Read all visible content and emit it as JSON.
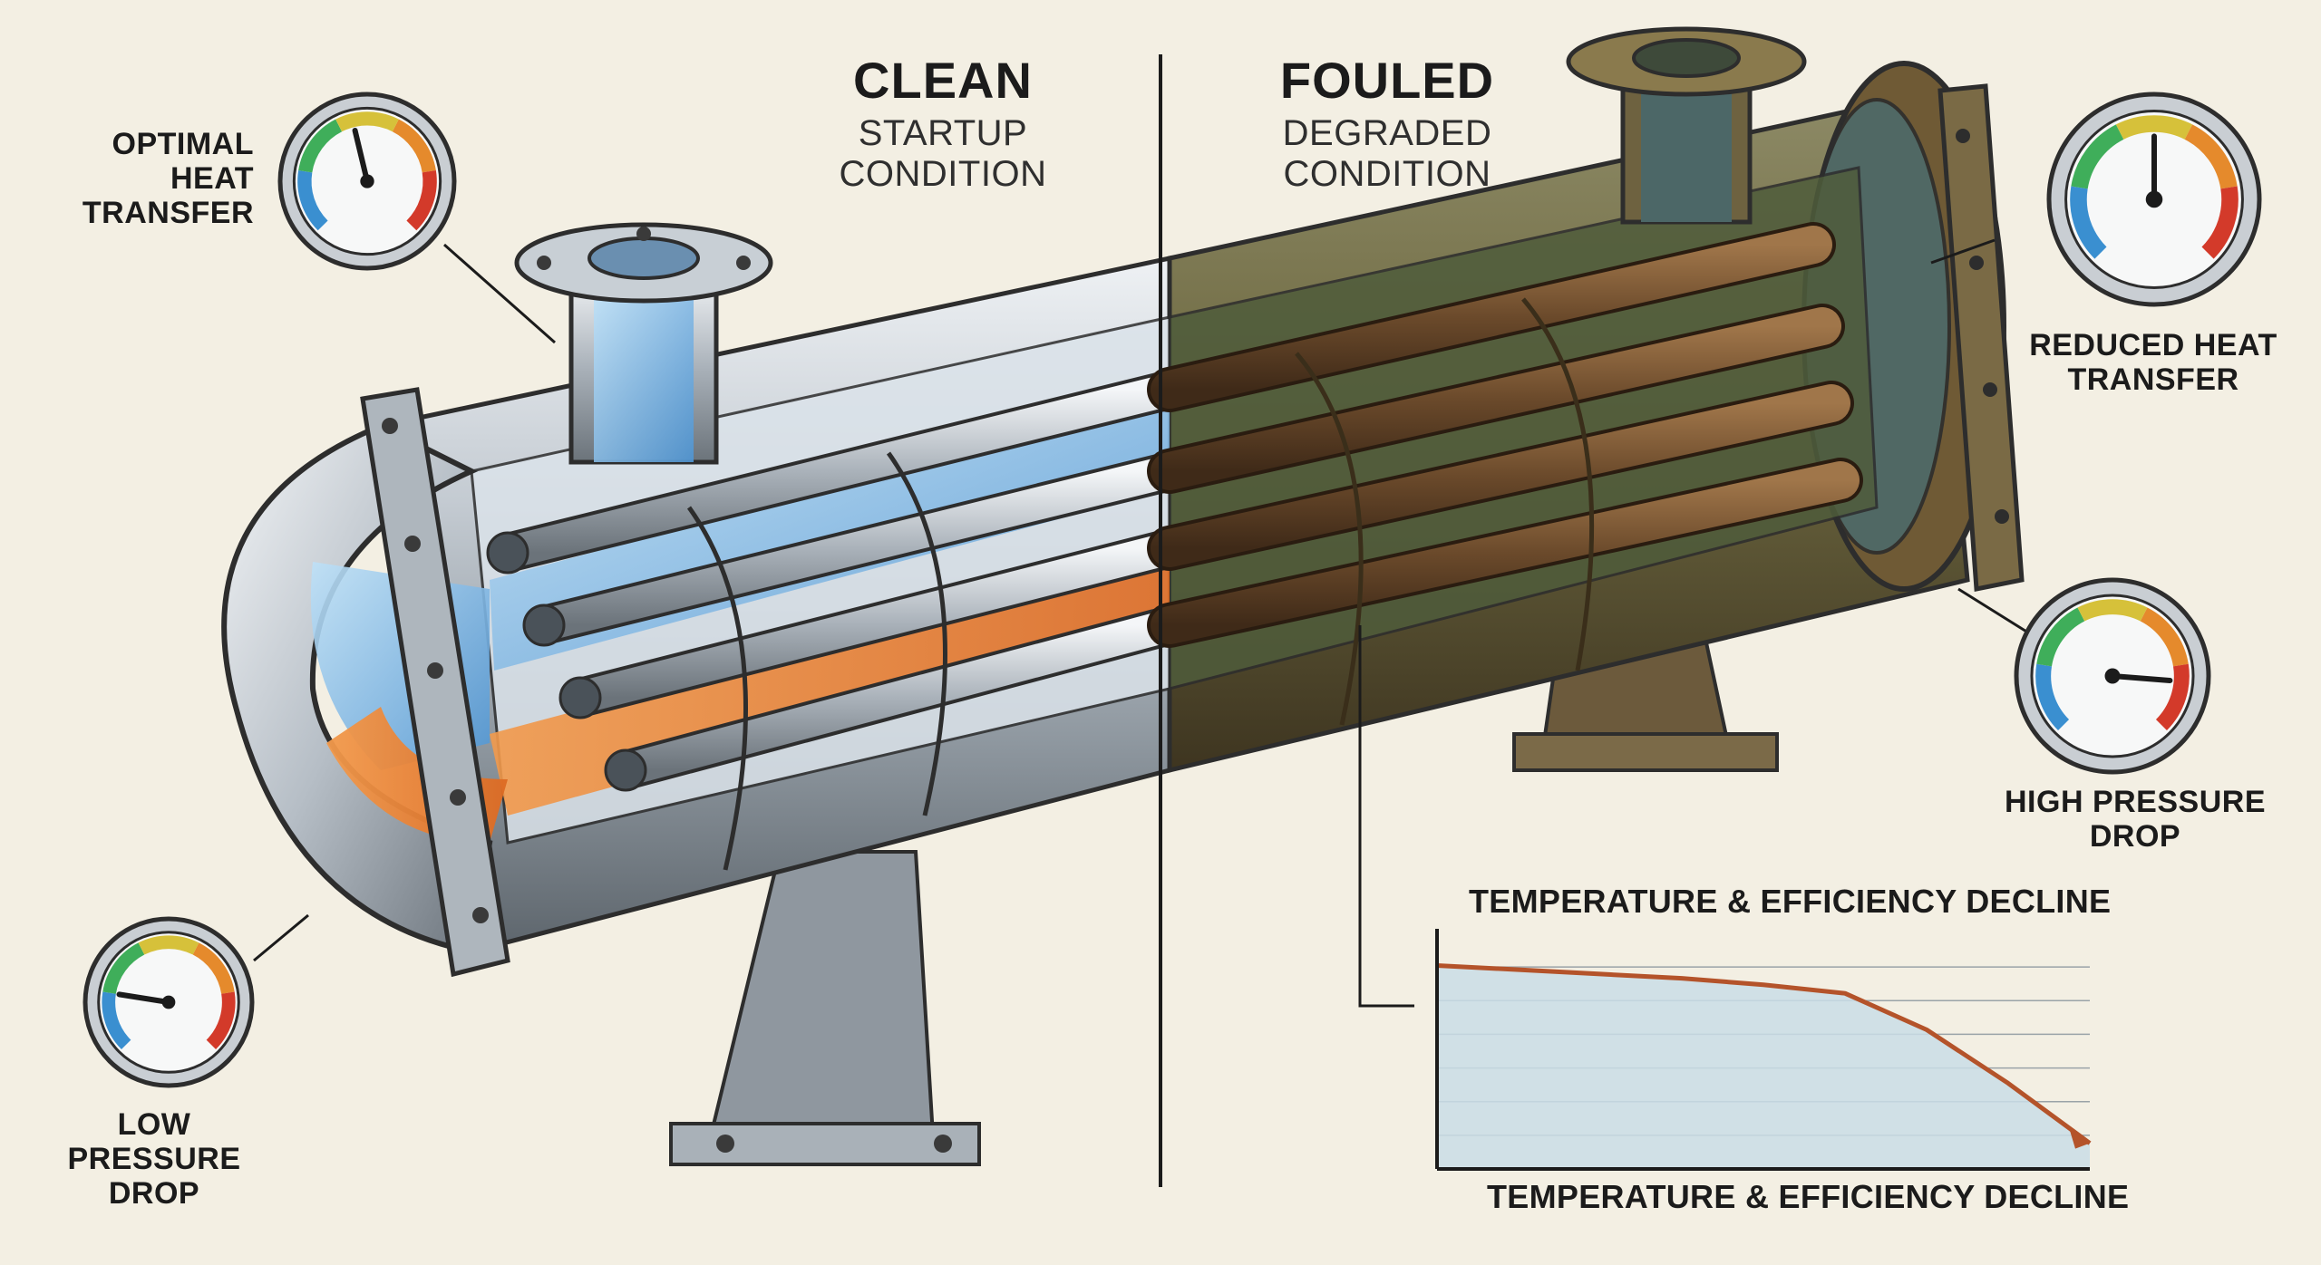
{
  "panels": {
    "clean": {
      "title": "CLEAN",
      "subtitle": "STARTUP CONDITION"
    },
    "fouled": {
      "title": "FOULED",
      "subtitle": "DEGRADED CONDITION"
    }
  },
  "labels": {
    "optimal_heat_transfer": [
      "OPTIMAL",
      "HEAT",
      "TRANSFER"
    ],
    "low_pressure_drop": [
      "LOW PRESSURE",
      "DROP"
    ],
    "reduced_heat_transfer": [
      "REDUCED HEAT",
      "TRANSFER"
    ],
    "high_pressure_drop": [
      "HIGH PRESSURE",
      "DROP"
    ]
  },
  "gauges": {
    "optimal_heat_transfer": {
      "level": 0.45
    },
    "low_pressure_drop": {
      "level": 0.2
    },
    "reduced_heat_transfer": {
      "level": 0.5
    },
    "high_pressure_drop": {
      "level": 0.85
    }
  },
  "colors": {
    "background": "#f3efe3",
    "steel": "#b9c0c7",
    "cold_fluid": "#5aa3dc",
    "hot_fluid": "#e8772e",
    "fouling_brown": "#6b4a2b",
    "fouling_green": "#6f7a45",
    "decline_line": "#b4532a",
    "chart_fill": "#c9dde6"
  },
  "chart_data": {
    "type": "line",
    "title": "TEMPERATURE & EFFICIENCY DECLINE",
    "xlabel": "TEMPERATURE & EFFICIENCY DECLINE",
    "ylabel": "",
    "series": [
      {
        "values": [
          0.95,
          0.93,
          0.91,
          0.89,
          0.86,
          0.82,
          0.65,
          0.4,
          0.12
        ]
      }
    ],
    "x": [
      0,
      1,
      2,
      3,
      4,
      5,
      6,
      7,
      8
    ],
    "ylim": [
      0,
      1.1
    ],
    "grid": true
  }
}
